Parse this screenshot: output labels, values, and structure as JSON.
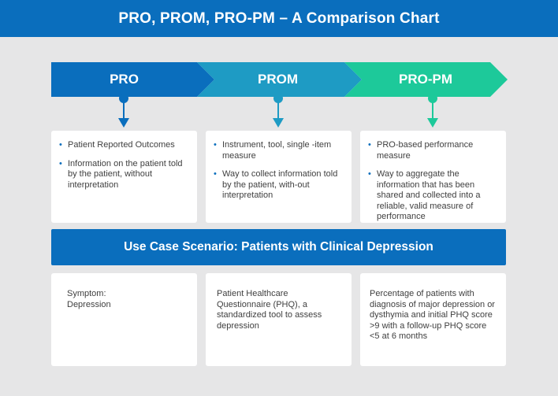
{
  "header": {
    "title": "PRO, PROM, PRO-PM – A Comparison Chart"
  },
  "colors": {
    "blue": "#0a6ebd",
    "teal": "#1e9bc4",
    "green": "#1dc99a",
    "background": "#e6e6e7"
  },
  "stages": [
    {
      "label": "PRO",
      "bullets": [
        "Patient Reported Outcomes",
        "Information on the patient told by the patient, without interpretation"
      ],
      "example": "Symptom:\nDepression"
    },
    {
      "label": "PROM",
      "bullets": [
        "Instrument, tool, single -item measure",
        "Way to collect information told by the patient, with-out interpretation"
      ],
      "example": "Patient Healthcare Questionnaire (PHQ), a standardized tool to assess depression"
    },
    {
      "label": "PRO-PM",
      "bullets": [
        "PRO-based performance measure",
        "Way to aggregate the information that has been shared and collected into a reliable, valid measure of performance"
      ],
      "example": "Percentage of patients with diagnosis of major depression or dysthymia and initial PHQ score >9 with a follow-up PHQ score <5 at 6 months"
    }
  ],
  "banner": {
    "title": "Use Case Scenario: Patients with Clinical Depression"
  }
}
